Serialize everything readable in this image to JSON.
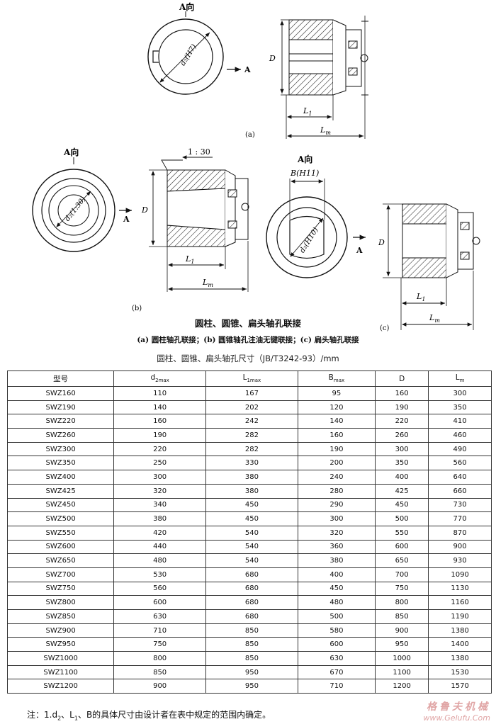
{
  "figure": {
    "view_label": "A向",
    "arrow_label": "A",
    "taper_ratio": "1 : 30",
    "dim_D": "D",
    "dim_L1": "L",
    "dim_L1_sub": "1",
    "dim_Lm": "L",
    "dim_Lm_sub": "m",
    "bore_a": "d₂(H7)",
    "bore_b": "d₂(1:30)",
    "bore_c": "d₂(H10)",
    "key_b": "B(H11)",
    "panel_a": "(a)",
    "panel_b": "(b)",
    "panel_c": "(c)",
    "title": "圆柱、圆锥、扁头轴孔联接",
    "legend": "(a) 圆柱轴孔联接；(b) 圆锥轴孔注油无键联接；(c) 扁头轴孔联接"
  },
  "table": {
    "caption": "圆柱、圆锥、扁头轴孔尺寸（JB/T3242-93）/mm",
    "headers": [
      {
        "main": "型号",
        "sub": ""
      },
      {
        "main": "d",
        "sub": "2max"
      },
      {
        "main": "L",
        "sub": "1max"
      },
      {
        "main": "B",
        "sub": "max"
      },
      {
        "main": "D",
        "sub": ""
      },
      {
        "main": "L",
        "sub": "m"
      }
    ],
    "rows": [
      [
        "SWZ160",
        "110",
        "167",
        "95",
        "160",
        "300"
      ],
      [
        "SWZ190",
        "140",
        "202",
        "120",
        "190",
        "350"
      ],
      [
        "SWZ220",
        "160",
        "242",
        "140",
        "220",
        "410"
      ],
      [
        "SWZ260",
        "190",
        "282",
        "160",
        "260",
        "460"
      ],
      [
        "SWZ300",
        "220",
        "282",
        "190",
        "300",
        "490"
      ],
      [
        "SWZ350",
        "250",
        "330",
        "200",
        "350",
        "560"
      ],
      [
        "SWZ400",
        "300",
        "380",
        "240",
        "400",
        "640"
      ],
      [
        "SWZ425",
        "320",
        "380",
        "280",
        "425",
        "660"
      ],
      [
        "SWZ450",
        "340",
        "450",
        "290",
        "450",
        "730"
      ],
      [
        "SWZ500",
        "380",
        "450",
        "300",
        "500",
        "770"
      ],
      [
        "SWZ550",
        "420",
        "540",
        "320",
        "550",
        "870"
      ],
      [
        "SWZ600",
        "440",
        "540",
        "360",
        "600",
        "900"
      ],
      [
        "SWZ650",
        "480",
        "540",
        "380",
        "650",
        "930"
      ],
      [
        "SWZ700",
        "530",
        "680",
        "400",
        "700",
        "1090"
      ],
      [
        "SWZ750",
        "560",
        "680",
        "450",
        "750",
        "1130"
      ],
      [
        "SWZ800",
        "600",
        "680",
        "480",
        "800",
        "1160"
      ],
      [
        "SWZ850",
        "630",
        "680",
        "500",
        "850",
        "1190"
      ],
      [
        "SWZ900",
        "710",
        "850",
        "580",
        "900",
        "1380"
      ],
      [
        "SWZ950",
        "750",
        "850",
        "600",
        "950",
        "1400"
      ],
      [
        "SWZ1000",
        "800",
        "850",
        "630",
        "1000",
        "1380"
      ],
      [
        "SWZ1100",
        "850",
        "950",
        "670",
        "1100",
        "1530"
      ],
      [
        "SWZ1200",
        "900",
        "950",
        "710",
        "1200",
        "1570"
      ]
    ]
  },
  "footnote": {
    "prefix": "注：1.d",
    "sub1": "2",
    "mid1": "、L",
    "sub2": "1",
    "mid2": "、B的具体尺寸由设计者在表中规定的范围内确定。"
  },
  "watermark": {
    "brand": "格鲁夫机械",
    "url": "www.Gelufu.Com"
  }
}
